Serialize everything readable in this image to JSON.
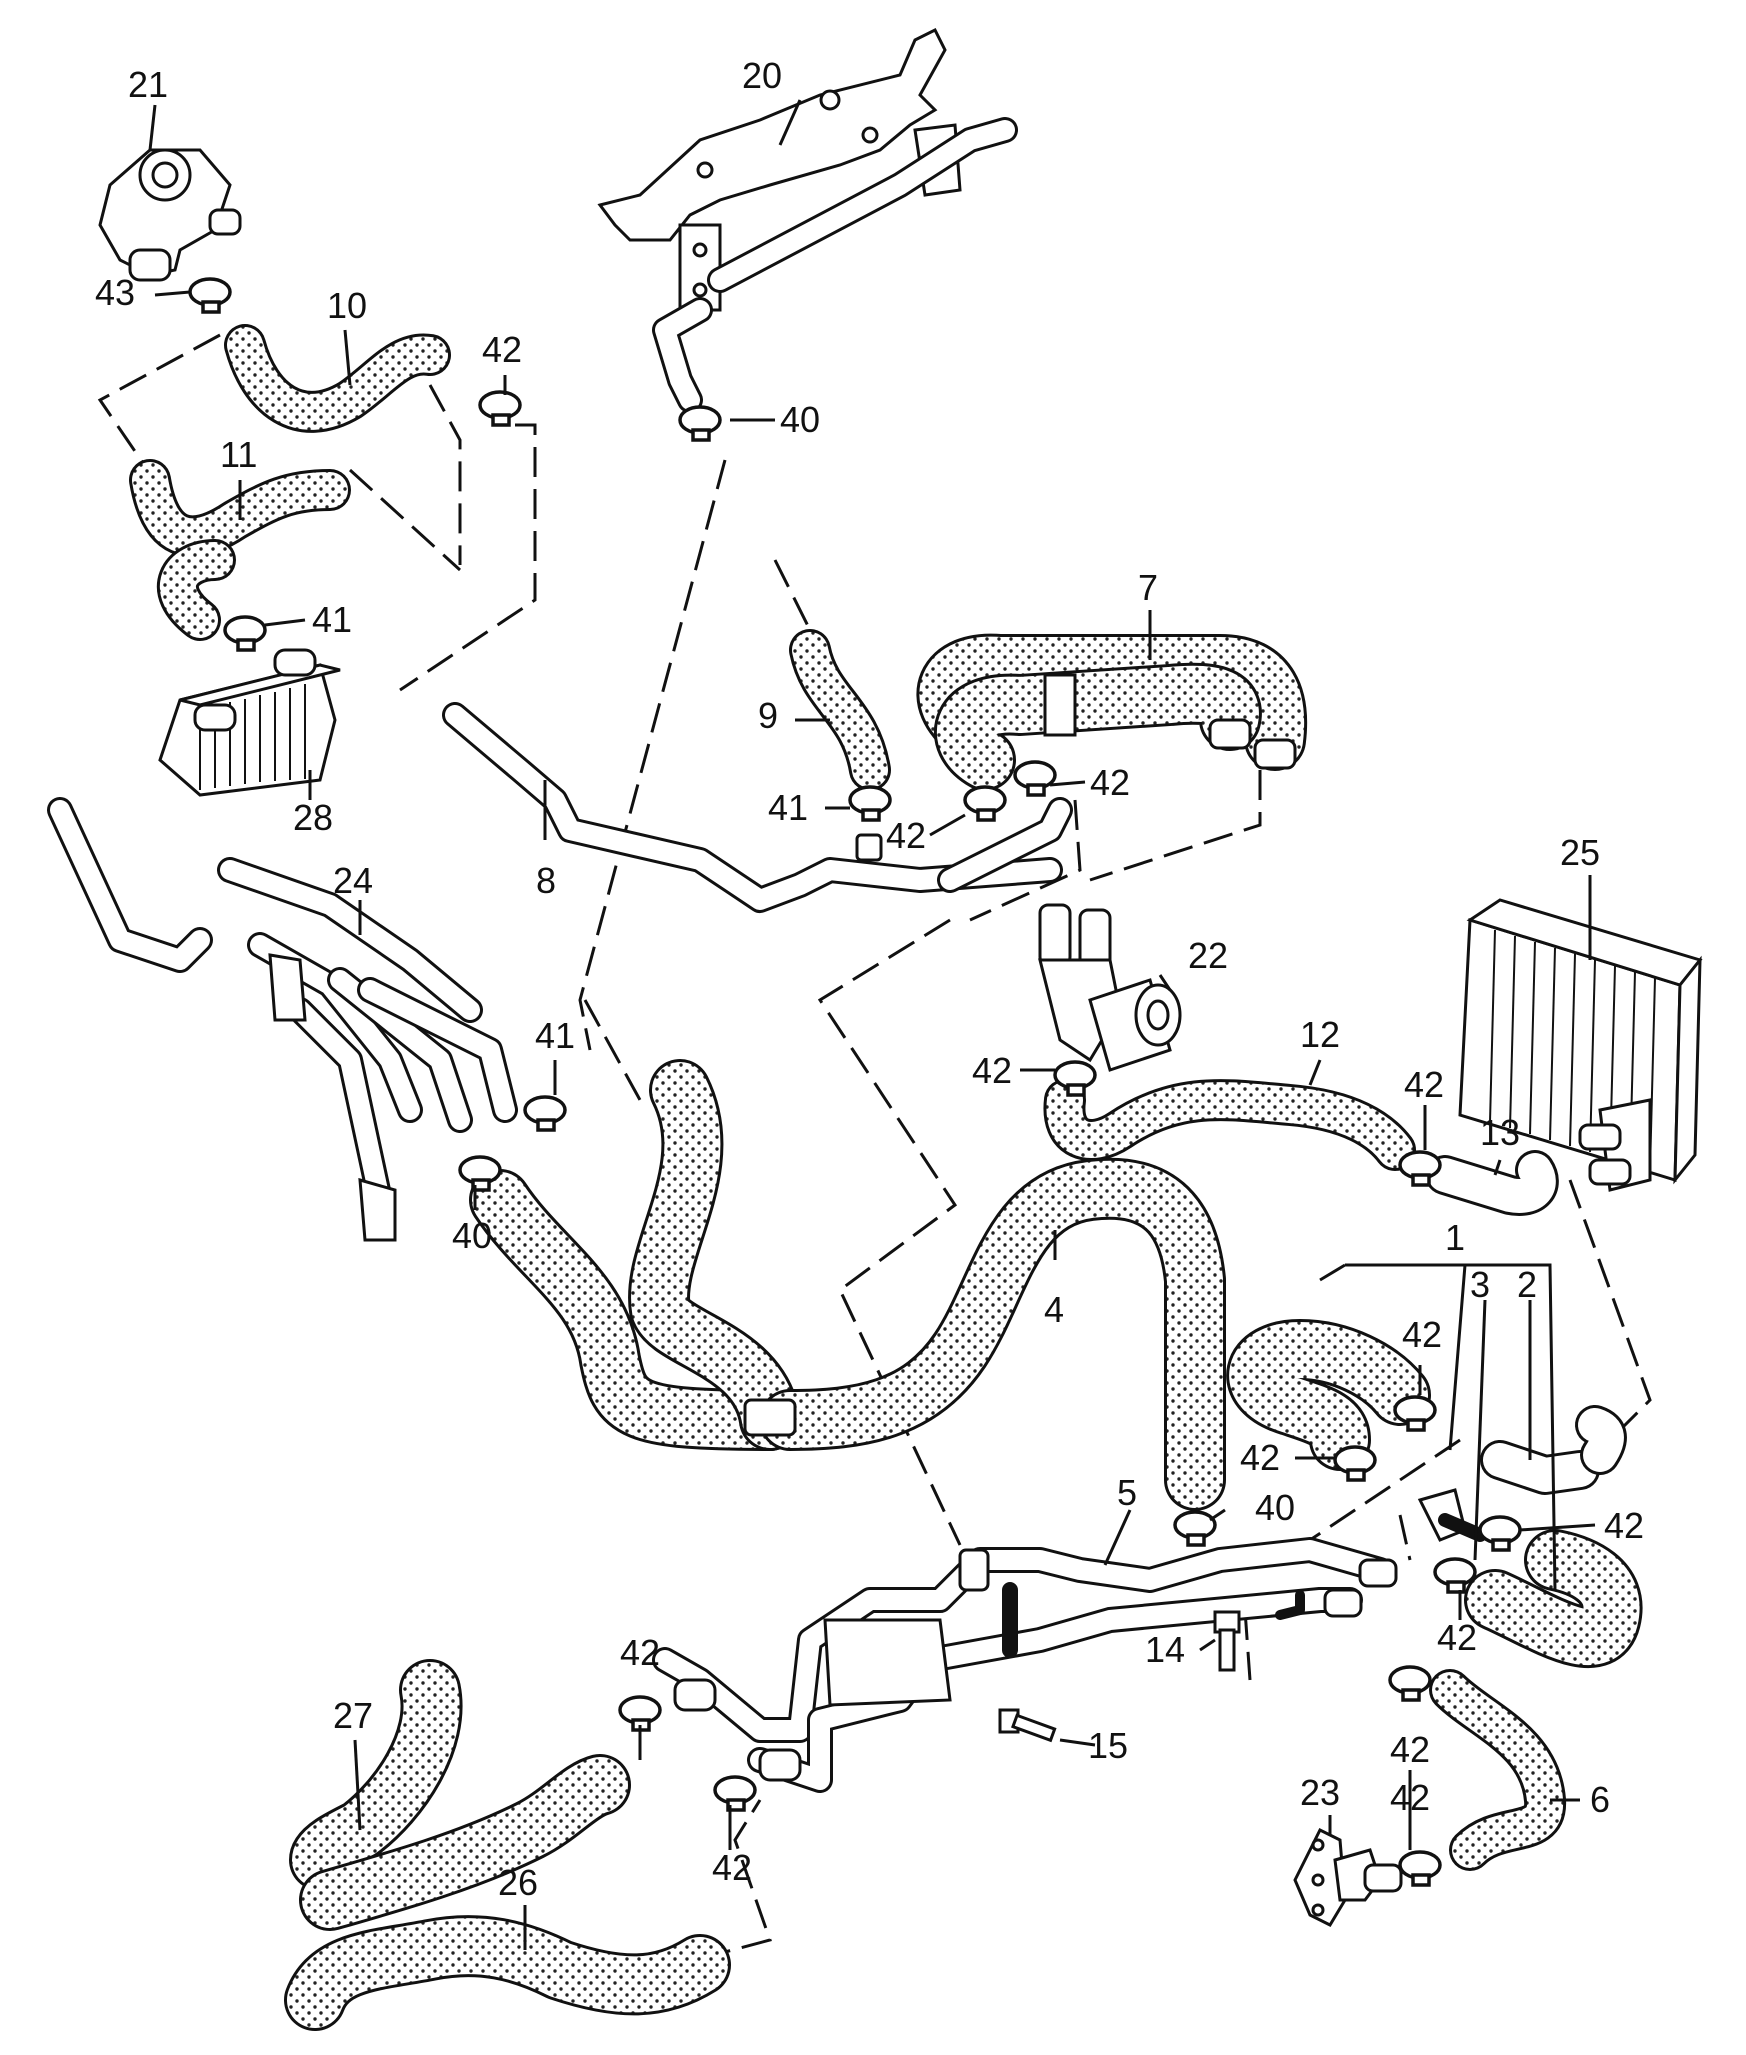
{
  "callouts": [
    {
      "id": "c1",
      "text": "1"
    },
    {
      "id": "c2",
      "text": "2"
    },
    {
      "id": "c3",
      "text": "3"
    },
    {
      "id": "c4",
      "text": "4"
    },
    {
      "id": "c5",
      "text": "5"
    },
    {
      "id": "c6",
      "text": "6"
    },
    {
      "id": "c7",
      "text": "7"
    },
    {
      "id": "c8",
      "text": "8"
    },
    {
      "id": "c9",
      "text": "9"
    },
    {
      "id": "c10",
      "text": "10"
    },
    {
      "id": "c11",
      "text": "11"
    },
    {
      "id": "c12",
      "text": "12"
    },
    {
      "id": "c13",
      "text": "13"
    },
    {
      "id": "c14",
      "text": "14"
    },
    {
      "id": "c15",
      "text": "15"
    },
    {
      "id": "c20",
      "text": "20"
    },
    {
      "id": "c21",
      "text": "21"
    },
    {
      "id": "c22",
      "text": "22"
    },
    {
      "id": "c23",
      "text": "23"
    },
    {
      "id": "c24",
      "text": "24"
    },
    {
      "id": "c25",
      "text": "25"
    },
    {
      "id": "c26",
      "text": "26"
    },
    {
      "id": "c27",
      "text": "27"
    },
    {
      "id": "c28",
      "text": "28"
    },
    {
      "id": "c40a",
      "text": "40"
    },
    {
      "id": "c40b",
      "text": "40"
    },
    {
      "id": "c40c",
      "text": "40"
    },
    {
      "id": "c41a",
      "text": "41"
    },
    {
      "id": "c41b",
      "text": "41"
    },
    {
      "id": "c41c",
      "text": "41"
    },
    {
      "id": "c42a",
      "text": "42"
    },
    {
      "id": "c42b",
      "text": "42"
    },
    {
      "id": "c42c",
      "text": "42"
    },
    {
      "id": "c42d",
      "text": "42"
    },
    {
      "id": "c42e",
      "text": "42"
    },
    {
      "id": "c42f",
      "text": "42"
    },
    {
      "id": "c42g",
      "text": "42"
    },
    {
      "id": "c42h",
      "text": "42"
    },
    {
      "id": "c42i",
      "text": "42"
    },
    {
      "id": "c42j",
      "text": "42"
    },
    {
      "id": "c42k",
      "text": "42"
    },
    {
      "id": "c42l",
      "text": "42"
    },
    {
      "id": "c42m",
      "text": "42"
    },
    {
      "id": "c43",
      "text": "43"
    }
  ]
}
